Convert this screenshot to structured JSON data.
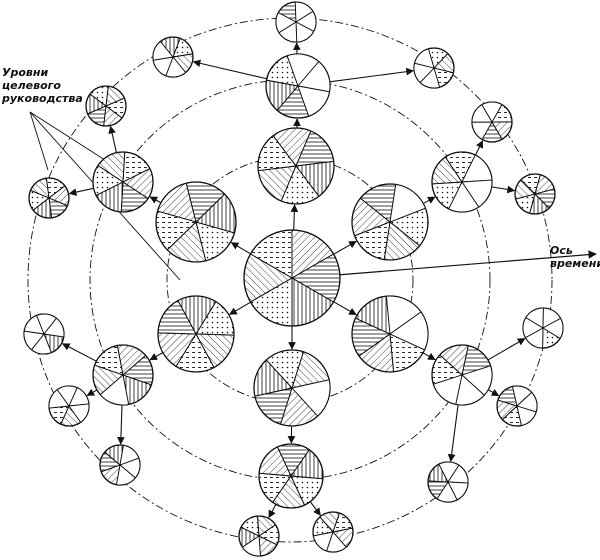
{
  "labels": {
    "management_levels": [
      "Уровни",
      "целевого",
      "руководства"
    ],
    "time_axis": [
      "Ось",
      "времени"
    ]
  },
  "colors": {
    "ink": "#111111",
    "paper": "#ffffff"
  }
}
